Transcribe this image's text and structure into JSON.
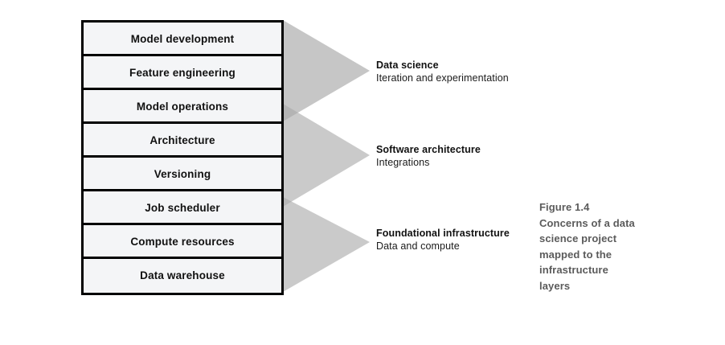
{
  "figure": {
    "caption_lines": [
      "Figure 1.4",
      "Concerns of a data",
      "science project",
      "mapped to the",
      "infrastructure",
      "layers"
    ]
  },
  "layer_stack": {
    "rows": [
      {
        "label": "Model development"
      },
      {
        "label": "Feature engineering"
      },
      {
        "label": "Model operations"
      },
      {
        "label": "Architecture"
      },
      {
        "label": "Versioning"
      },
      {
        "label": "Job scheduler"
      },
      {
        "label": "Compute resources"
      },
      {
        "label": "Data warehouse"
      }
    ]
  },
  "groups": [
    {
      "title": "Data science",
      "subtitle": "Iteration and experimentation"
    },
    {
      "title": "Software architecture",
      "subtitle": "Integrations"
    },
    {
      "title": "Foundational infrastructure",
      "subtitle": "Data and compute"
    }
  ],
  "colors": {
    "arrow_fill": "#c6c6c6",
    "arrow_overlap": "#a9a9a9",
    "box_fill": "#f4f5f7",
    "box_border": "#000000",
    "caption_text": "#5b5b5b",
    "label_text": "#111111"
  }
}
